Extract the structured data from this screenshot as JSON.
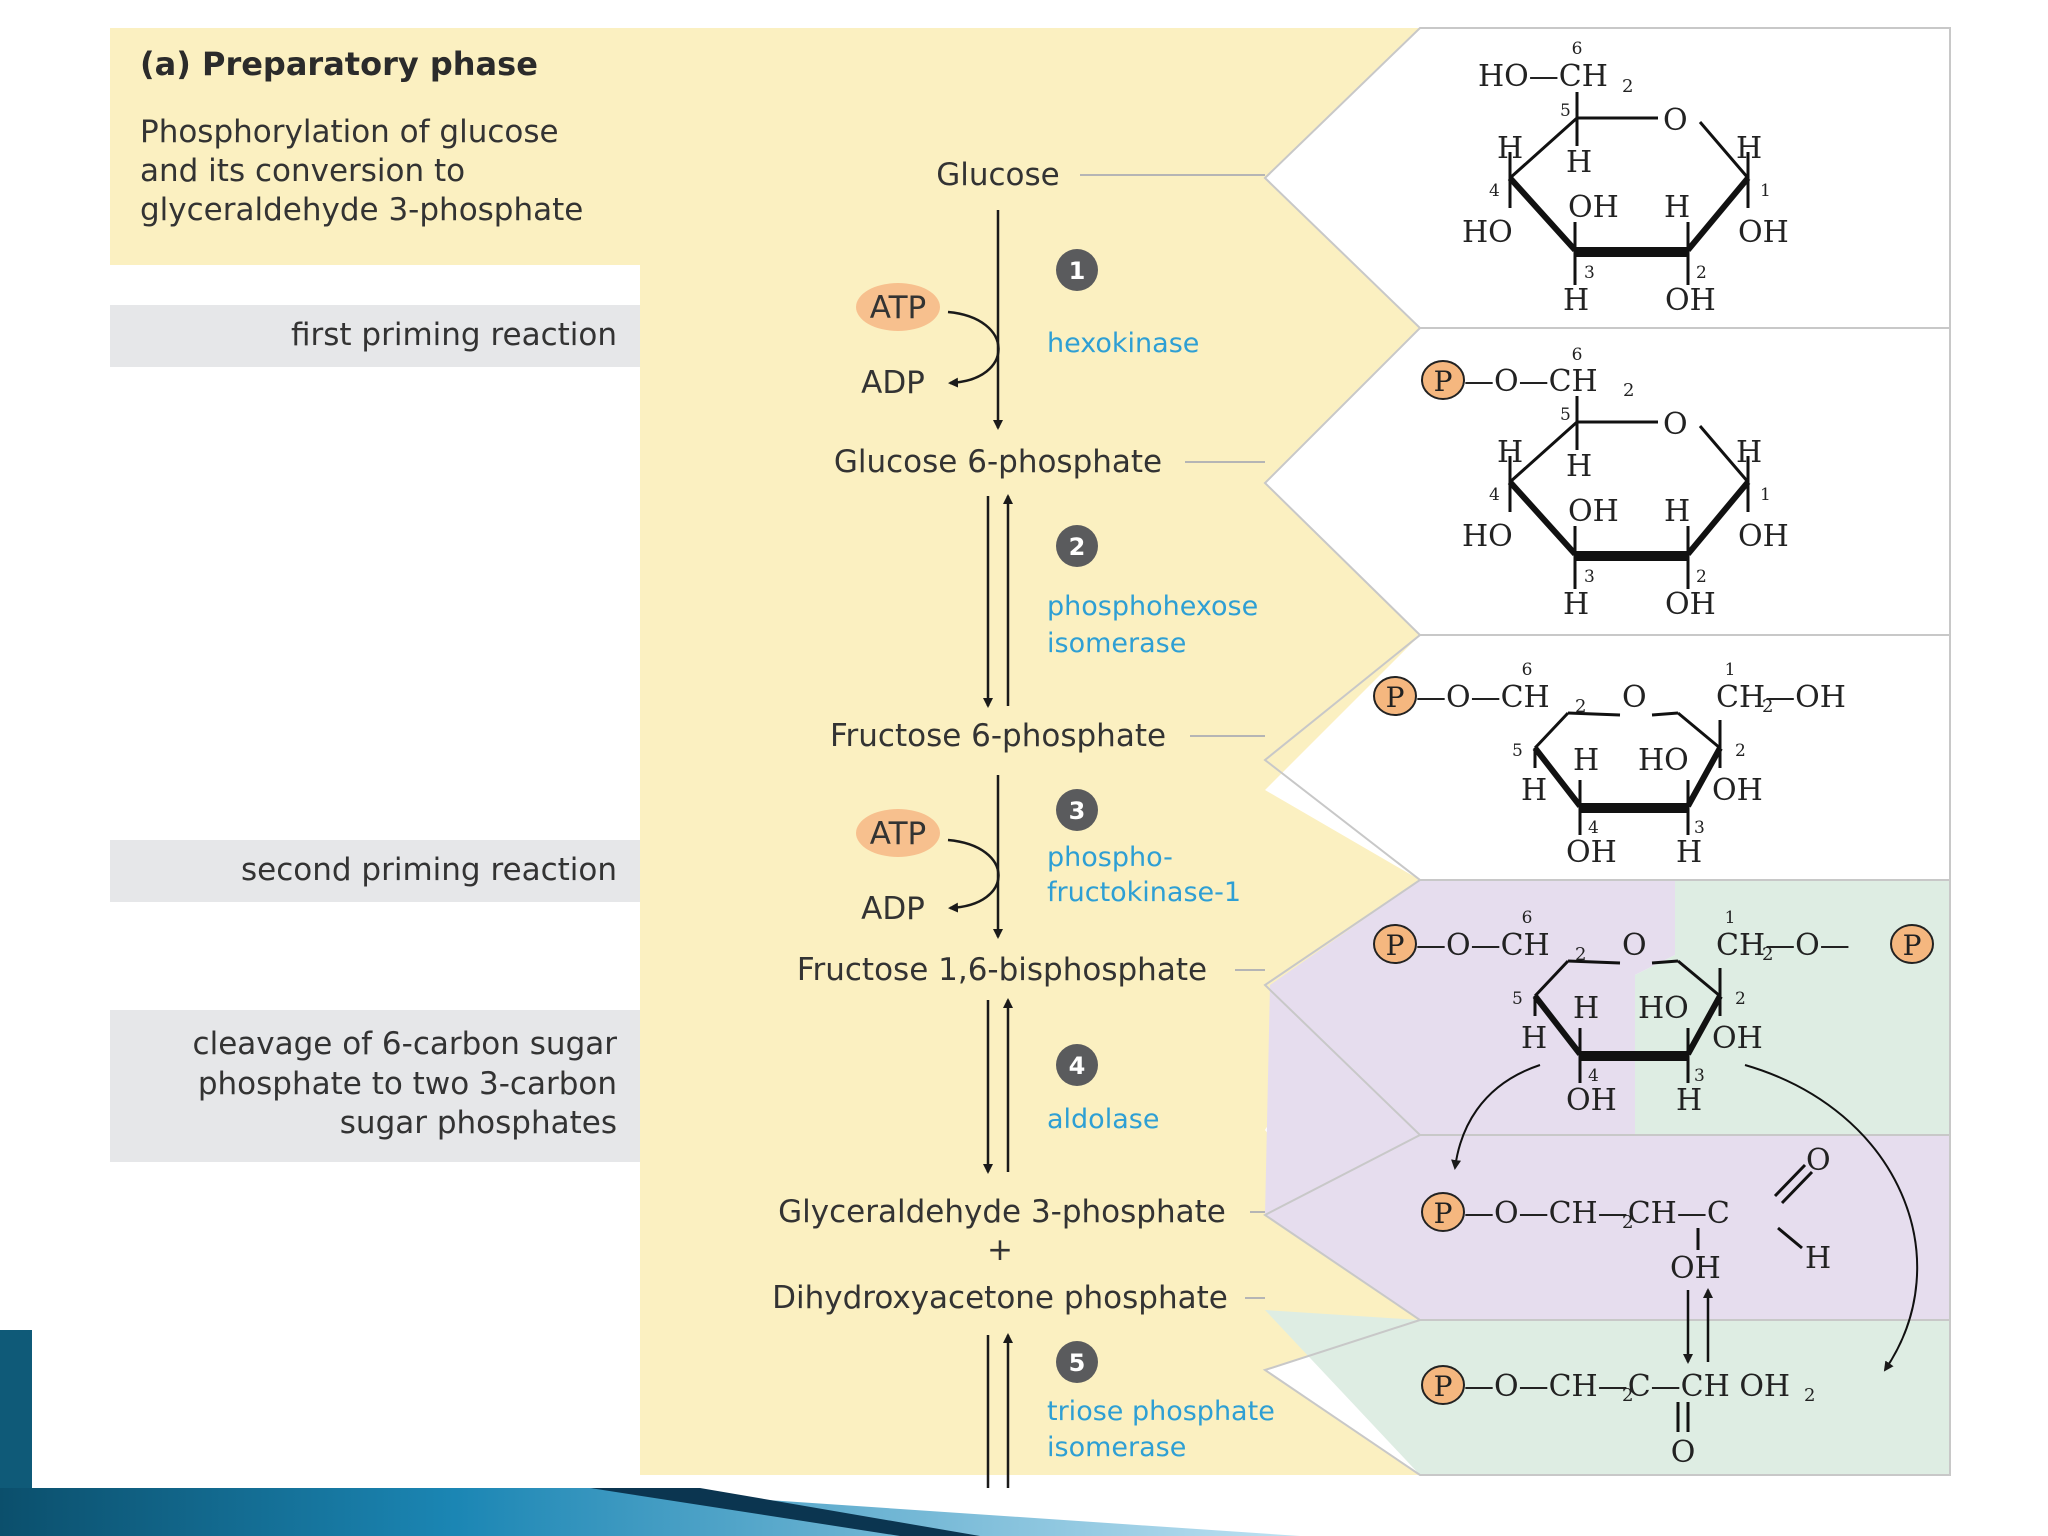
{
  "panel": {
    "heading": "(a) Preparatory phase",
    "description": [
      "Phosphorylation of glucose",
      "and its conversion to",
      "glyceraldehyde 3-phosphate"
    ]
  },
  "side_labels": {
    "first_priming": "first priming reaction",
    "second_priming": "second priming reaction",
    "cleavage": [
      "cleavage of 6-carbon sugar",
      "phosphate to two 3-carbon",
      "sugar phosphates"
    ]
  },
  "metabolites": {
    "glucose": "Glucose",
    "g6p": "Glucose 6-phosphate",
    "f6p": "Fructose 6-phosphate",
    "f16bp": "Fructose 1,6-bisphosphate",
    "gap": "Glyceraldehyde 3-phosphate",
    "plus": "+",
    "dhap": "Dihydroxyacetone phosphate"
  },
  "cofactors": {
    "atp": "ATP",
    "adp": "ADP"
  },
  "steps": [
    "1",
    "2",
    "3",
    "4",
    "5"
  ],
  "enzymes": {
    "hexokinase": [
      "hexokinase"
    ],
    "phi": [
      "phosphohexose",
      "isomerase"
    ],
    "pfk": [
      "phospho-",
      "fructokinase-1"
    ],
    "aldolase": [
      "aldolase"
    ],
    "tpi": [
      "triose phosphate",
      "isomerase"
    ]
  },
  "chem": {
    "P": "P",
    "O": "O",
    "H": "H",
    "OH": "OH",
    "HO": "HO",
    "HO_CH2": "HO—CH",
    "O_CH2": "—O—CH",
    "CH2": "CH",
    "sub2": "2",
    "CH2_OH": "CH—OH",
    "CH2_O": "CH—O—",
    "gap_chain": "—O—CH—CH—C",
    "dhap_chain": "—O—CH—C—CH OH",
    "n1": "1",
    "n2": "2",
    "n3": "3",
    "n4": "4",
    "n5": "5",
    "n6": "6"
  },
  "colors": {
    "yellow": "#fbf0c1",
    "gray_label": "#e6e7e9",
    "purple": "#e6ddee",
    "green": "#deede3",
    "enzyme_blue": "#2e9fd4",
    "atp_orange": "#f7c08e",
    "phosphate_orange": "#f5b77f",
    "step_gray": "#5a5b5d",
    "slide_teal": "#0f5a78"
  }
}
